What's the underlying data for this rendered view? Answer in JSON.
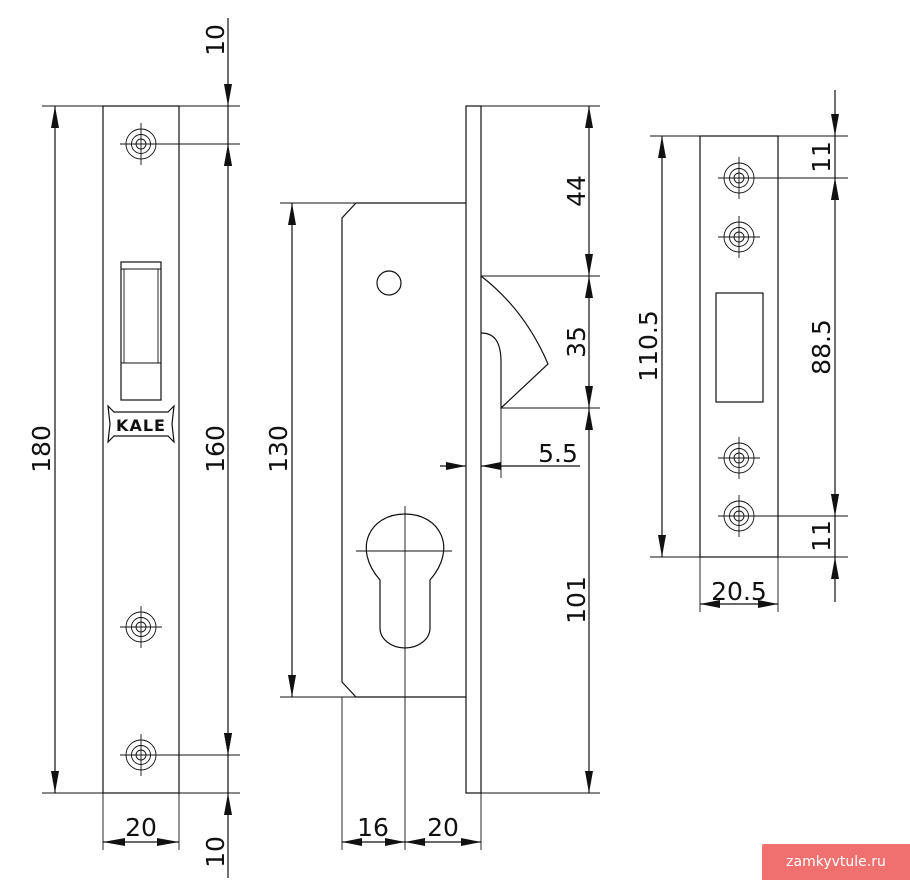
{
  "drawing": {
    "brand_logo_text": "KALE",
    "watermark": "zamkyvtule.ru",
    "watermark_color": "#f07070",
    "line_color": "#111111",
    "faceplate_view": {
      "total_height": "180",
      "screw_spacing": "160",
      "top_offset": "10",
      "bottom_offset": "10",
      "width": "20"
    },
    "side_view": {
      "body_height": "130",
      "top_to_latch": "44",
      "latch_height": "35",
      "latch_projection": "5.5",
      "cylinder_to_bottom": "101",
      "backset_left": "16",
      "backset_right": "20"
    },
    "strike_plate_view": {
      "total_height": "110.5",
      "screw_spacing": "88.5",
      "top_offset": "11",
      "bottom_offset": "11",
      "width": "20.5"
    }
  }
}
